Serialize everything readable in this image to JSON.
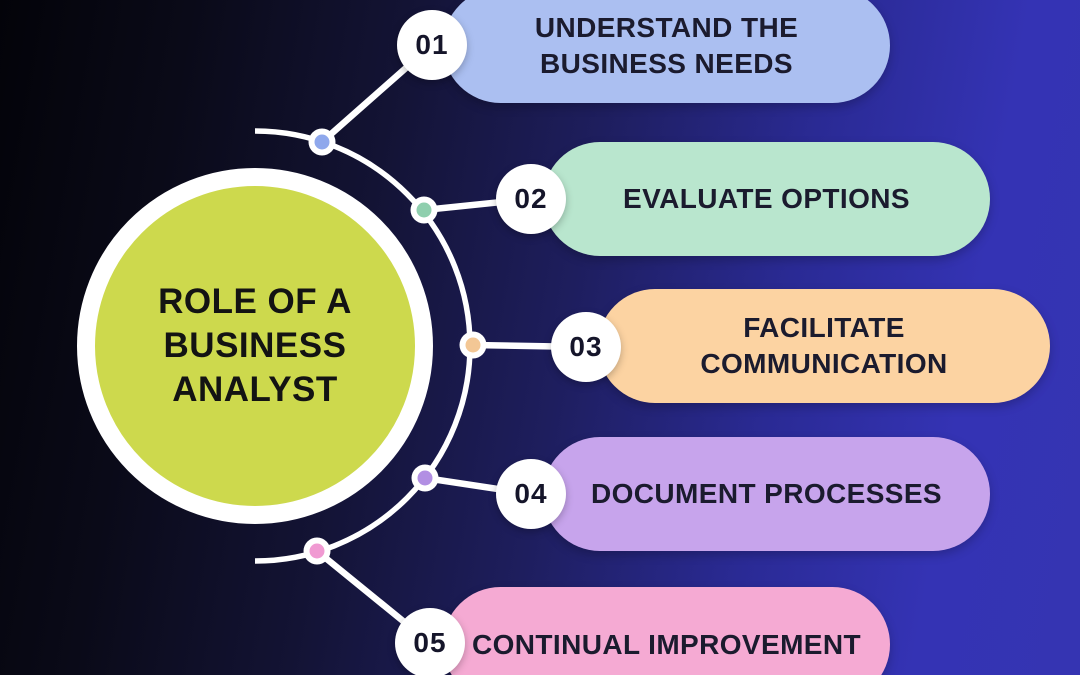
{
  "title": {
    "text": "ROLE OF A BUSINESS ANALYST",
    "lines": [
      "ROLE OF A",
      "BUSINESS",
      "ANALYST"
    ],
    "circle_color": "#cdd94d",
    "text_color": "#131313"
  },
  "items": [
    {
      "number": "01",
      "label": "UNDERSTAND THE BUSINESS NEEDS",
      "pill_color": "#abbff1",
      "dot_color": "#8fa8ec"
    },
    {
      "number": "02",
      "label": "EVALUATE OPTIONS",
      "pill_color": "#b9e6ce",
      "dot_color": "#8fcfae"
    },
    {
      "number": "03",
      "label": "FACILITATE COMMUNICATION",
      "pill_color": "#fcd3a2",
      "dot_color": "#f3c795"
    },
    {
      "number": "04",
      "label": "DOCUMENT PROCESSES",
      "pill_color": "#c7a4ec",
      "dot_color": "#b28fe3"
    },
    {
      "number": "05",
      "label": "CONTINUAL IMPROVEMENT",
      "pill_color": "#f5aad3",
      "dot_color": "#f09ad2"
    }
  ],
  "colors": {
    "background_left": "#050510",
    "background_right": "#3534b2",
    "connector": "#ffffff",
    "badge_background": "#ffffff",
    "number_text": "#15152a",
    "label_text": "#1b1b2e"
  }
}
